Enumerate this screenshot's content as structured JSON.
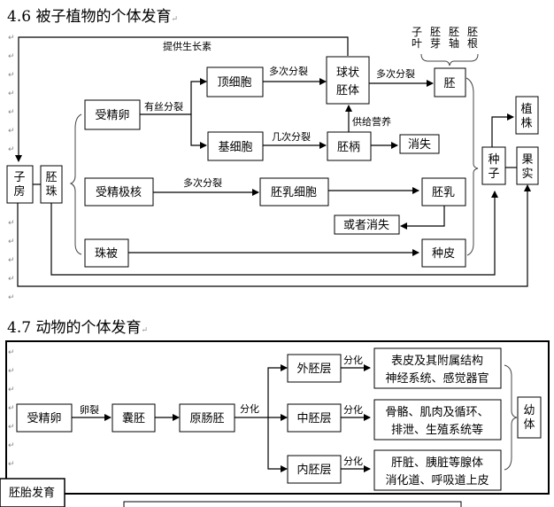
{
  "section_46": {
    "title": "4.6 被子植物的个体发育",
    "nodes": {
      "ovary": "子房",
      "ovule": "胚珠",
      "zygote": "受精卵",
      "fertilized_polar": "受精极核",
      "integument": "珠被",
      "apical_cell": "顶细胞",
      "basal_cell": "基细胞",
      "globular_embryo": [
        "球状",
        "胚体"
      ],
      "suspensor": "胚柄",
      "disappear": "消失",
      "endosperm_cell": "胚乳细胞",
      "endosperm": "胚乳",
      "or_disappear": "或者消失",
      "seed_coat": "种皮",
      "embryo": "胚",
      "seed": "种子",
      "fruit": "果实",
      "plant": "植株"
    },
    "embryo_parts": [
      "子叶",
      "胚芽",
      "胚轴",
      "胚根"
    ],
    "edge_labels": {
      "auxin": "提供生长素",
      "mitosis": "有丝分裂",
      "multi_div_1": "多次分裂",
      "multi_div_2": "多次分裂",
      "few_div": "几次分裂",
      "nutrition": "供给营养",
      "multi_div_3": "多次分裂"
    }
  },
  "section_47": {
    "title": "4.7 动物的个体发育",
    "nodes": {
      "zygote": "受精卵",
      "blastula": "囊胚",
      "gastrula": "原肠胚",
      "ectoderm": "外胚层",
      "mesoderm": "中胚层",
      "endoderm": "内胚层",
      "ecto_result": [
        "表皮及其附属结构",
        "神经系统、感觉器官"
      ],
      "meso_result": [
        "骨骼、肌肉及循环、",
        "排泄、生殖系统等"
      ],
      "endo_result": [
        "肝脏、胰脏等腺体",
        "消化道、呼吸道上皮"
      ],
      "juvenile": "幼体"
    },
    "edge_labels": {
      "cleavage": "卵裂",
      "differentiation": "分化"
    },
    "frame_label": "胚胎发育"
  },
  "paragraph_mark": "↵"
}
